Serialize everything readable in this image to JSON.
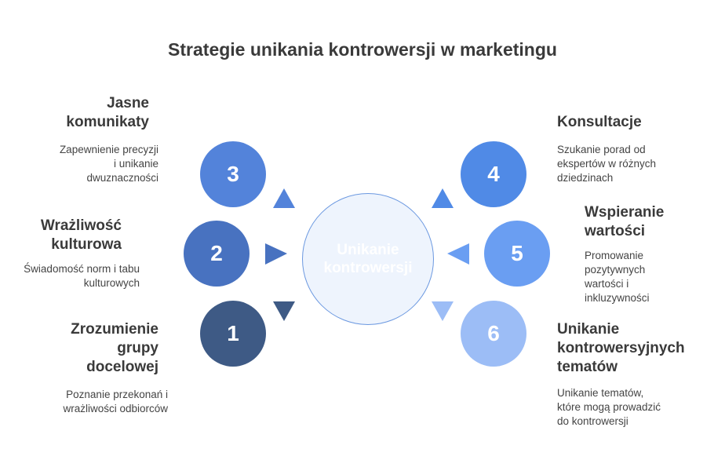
{
  "title": "Strategie unikania kontrowersji w marketingu",
  "center": {
    "label": "Unikanie kontrowersji"
  },
  "items": [
    {
      "number": "1",
      "heading": "Zrozumienie grupy docelowej",
      "description": "Poznanie przekonań i wrażliwości odbiorców",
      "color": "#3e5a85"
    },
    {
      "number": "2",
      "heading": "Wrażliwość kulturowa",
      "description": "Świadomość norm i tabu kulturowych",
      "color": "#4872c0"
    },
    {
      "number": "3",
      "heading": "Jasne komunikaty",
      "description": "Zapewnienie precyzji i unikanie dwuznaczności",
      "color": "#5383da"
    },
    {
      "number": "4",
      "heading": "Konsultacje",
      "description": "Szukanie porad od ekspertów w różnych dziedzinach",
      "color": "#508ae6"
    },
    {
      "number": "5",
      "heading": "Wspieranie wartości",
      "description": "Promowanie pozytywnych wartości i inkluzywności",
      "color": "#6a9ef2"
    },
    {
      "number": "6",
      "heading": "Unikanie kontrowersyjnych tematów",
      "description": "Unikanie tematów, które mogą prowadzić do kontrowersji",
      "color": "#9cbdf6"
    }
  ]
}
